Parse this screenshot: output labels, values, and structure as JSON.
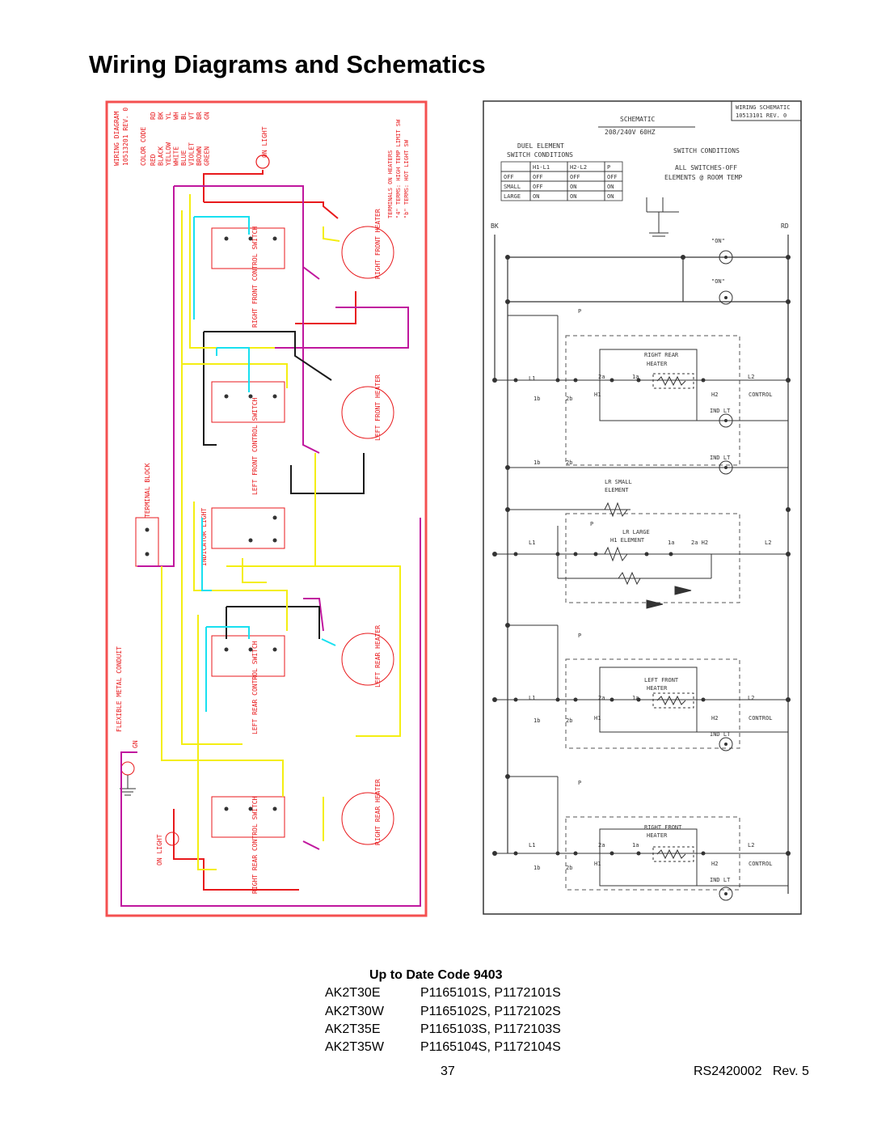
{
  "page": {
    "title": "Wiring Diagrams and Schematics",
    "page_number": "37",
    "doc_code": "RS2420002   Rev. 5"
  },
  "wiring_diagram": {
    "header": [
      "WIRING DIAGRAM",
      "10513201  REV. 0"
    ],
    "color_code_title": "COLOR CODE",
    "color_code": [
      [
        "RED",
        "RD"
      ],
      [
        "BLACK",
        "BK"
      ],
      [
        "YELLOW",
        "YL"
      ],
      [
        "WHITE",
        "WH"
      ],
      [
        "BLUE",
        "BL"
      ],
      [
        "VIOLET",
        "VT"
      ],
      [
        "BROWN",
        "BR"
      ],
      [
        "GREEN",
        "GN"
      ]
    ],
    "on_light": "ON LIGHT",
    "terminals_note": [
      "TERMINALS ON HEATERS",
      "\"4\" TERMS: HIGH TEMP LIMIT SW",
      "\"b\" TERMS: HOT LIGHT SW"
    ],
    "terminal_block": "TERMINAL BLOCK",
    "indicator_light": "INDICATOR LIGHT",
    "flexible_conduit": "FLEXIBLE METAL CONDUIT",
    "ground": "GN",
    "switches": [
      "RIGHT FRONT CONTROL SWITCH",
      "LEFT FRONT CONTROL SWITCH",
      "LEFT REAR CONTROL SWITCH",
      "RIGHT REAR CONTROL SWITCH"
    ],
    "heaters": [
      "RIGHT FRONT HEATER",
      "LEFT FRONT HEATER",
      "LEFT REAR HEATER",
      "RIGHT REAR HEATER"
    ],
    "wire_colors": {
      "red": "#e8191c",
      "black": "#1a1a1a",
      "yellow": "#f4ee12",
      "blue": "#18e0f0",
      "violet": "#c0179e",
      "frame": "#f45050"
    }
  },
  "schematic": {
    "header": [
      "WIRING SCHEMATIC",
      "10513101  REV. 0"
    ],
    "title": "SCHEMATIC",
    "voltage": "208/240V 60HZ",
    "duel_table_title": [
      "DUEL ELEMENT",
      "SWITCH CONDITIONS"
    ],
    "duel_table_headers": [
      "",
      "H1-L1",
      "H2-L2",
      "P"
    ],
    "duel_table_rows": [
      [
        "OFF",
        "OFF",
        "OFF",
        "OFF"
      ],
      [
        "SMALL",
        "OFF",
        "ON",
        "ON"
      ],
      [
        "LARGE",
        "ON",
        "ON",
        "ON"
      ]
    ],
    "switch_conditions": [
      "SWITCH CONDITIONS",
      "ALL SWITCHES-OFF",
      "ELEMENTS @ ROOM TEMP"
    ],
    "left_label": "BK",
    "right_label": "RD",
    "on_lamp": "\"ON\"",
    "heaters": [
      "RIGHT REAR HEATER",
      "LEFT FRONT HEATER",
      "RIGHT FRONT HEATER"
    ],
    "lr_small": "LR SMALL ELEMENT",
    "lr_large": "LR LARGE ELEMENT",
    "ind_lt": "IND LT",
    "control": "CONTROL"
  },
  "models": {
    "heading": "Up to Date Code 9403",
    "rows": [
      {
        "model": "AK2T30E",
        "parts": "P1165101S, P1172101S"
      },
      {
        "model": "AK2T30W",
        "parts": "P1165102S, P1172102S"
      },
      {
        "model": "AK2T35E",
        "parts": "P1165103S, P1172103S"
      },
      {
        "model": "AK2T35W",
        "parts": "P1165104S, P1172104S"
      }
    ]
  }
}
